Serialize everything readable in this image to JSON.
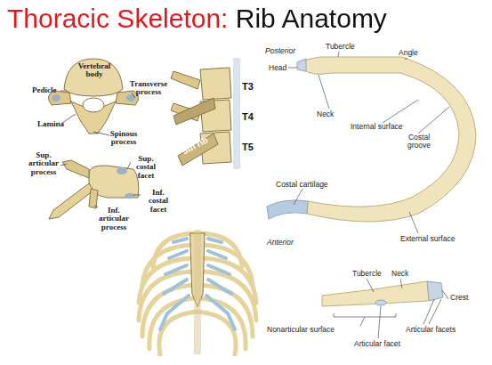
{
  "diagram": {
    "title": "Thoracic Skeleton: Rib Anatomy",
    "labels": [
      "Vertebral body",
      "Pedicle",
      "Transverse process",
      "Lamina",
      "Spinous process",
      "Sup. articular process",
      "Sup. costal facet",
      "Inf. costal facet",
      "Inf. articular process",
      "T3",
      "T4",
      "T5",
      "5th rib",
      "Posterior",
      "Tubercle",
      "Head",
      "Angle",
      "Neck",
      "Internal surface",
      "Costal groove",
      "Costal cartilage",
      "Anterior",
      "External surface",
      "Tubercle",
      "Neck",
      "Crest",
      "Nonarticular surface",
      "Articular facets",
      "Articular facet"
    ]
  }
}
